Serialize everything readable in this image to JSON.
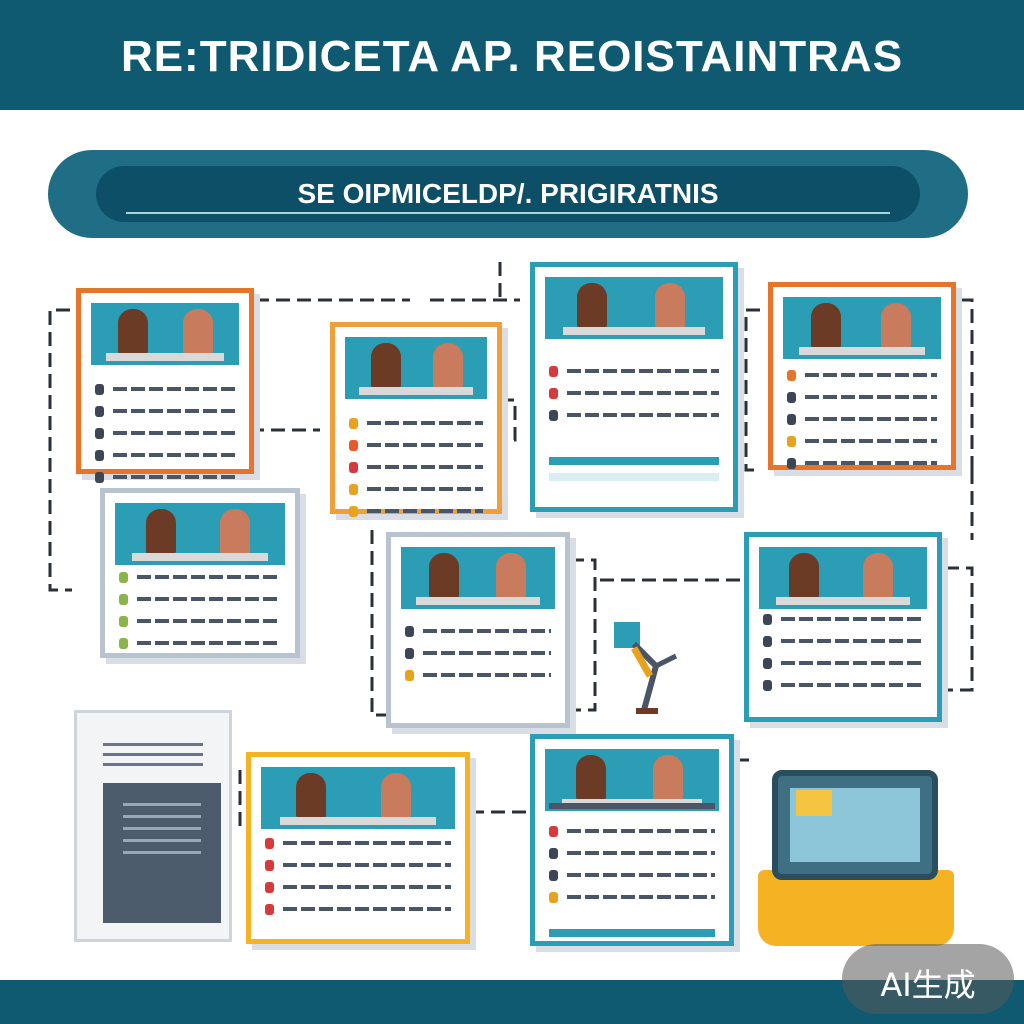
{
  "header": {
    "title": "RE:TRIDICETA AP. REOISTAINTRAS"
  },
  "banner": {
    "title": "SE OIPMICELDP/. PRIGIRATNIS"
  },
  "watermark": {
    "text": "AI生成"
  },
  "colors": {
    "header_bg": "#0f5a70",
    "banner_bg": "#1f6e85",
    "accent_teal": "#2b9db5",
    "accent_orange": "#e8732a",
    "accent_yellow": "#f5b324",
    "card_grey": "#cfd4dc"
  },
  "icons": [
    "document-card-icon",
    "person-illustration-icon",
    "tablet-device-icon",
    "connector-line-icon"
  ],
  "cards": [
    {
      "name": "card-1",
      "border": "#e8732a",
      "dots": [
        "#3c4656",
        "#3c4656",
        "#3c4656",
        "#3c4656",
        "#3c4656"
      ]
    },
    {
      "name": "card-2",
      "border": "#f0a03a",
      "dots": [
        "#e8a21c",
        "#e85a2a",
        "#d63a3a",
        "#e8a21c",
        "#e8a21c"
      ]
    },
    {
      "name": "card-3",
      "border": "#2b9db5",
      "dots": [
        "#d63a3a",
        "#d63a3a",
        "#3c4656"
      ]
    },
    {
      "name": "card-4",
      "border": "#e8732a",
      "dots": [
        "#e8732a",
        "#3c4656",
        "#3c4656",
        "#e8a21c",
        "#3c4656"
      ]
    },
    {
      "name": "card-5",
      "border": "#b9c3cf",
      "dots": [
        "#8ab54a",
        "#8ab54a",
        "#8ab54a",
        "#8ab54a"
      ]
    },
    {
      "name": "card-6",
      "border": "#b9c3cf",
      "dots": [
        "#3c4656",
        "#3c4656",
        "#e8a21c"
      ]
    },
    {
      "name": "card-7",
      "border": "#2b9db5",
      "dots": [
        "#3c4656",
        "#3c4656",
        "#3c4656",
        "#3c4656"
      ]
    },
    {
      "name": "card-8",
      "border": "#f5b324",
      "dots": [
        "#d63a3a",
        "#d63a3a",
        "#d63a3a",
        "#d63a3a"
      ]
    },
    {
      "name": "card-9",
      "border": "#2b9db5",
      "dots": [
        "#d63a3a",
        "#3c4656",
        "#3c4656",
        "#e8a21c"
      ]
    }
  ]
}
